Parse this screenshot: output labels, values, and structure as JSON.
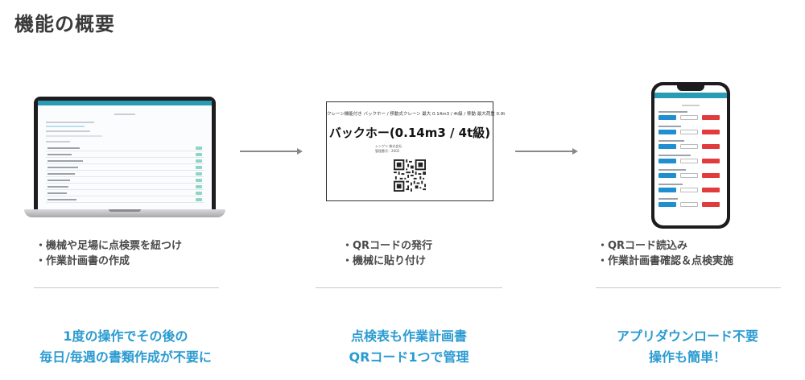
{
  "page": {
    "title": "機能の概要"
  },
  "column1": {
    "bullets": [
      "・機械や足場に点検票を紐つけ",
      "・作業計画書の作成"
    ],
    "highlight": [
      "1度の操作でその後の",
      "毎日/毎週の書類作成が不要に"
    ]
  },
  "column2": {
    "card": {
      "header": "クレーン機能付き バックホー / 移動式クレーン  最大 0.14m3 / 4t級 / 移動 最大荷重 0.9t",
      "main": "バックホー(0.14m3 / 4t級)",
      "sub1": "シンゲツ 株式会社",
      "sub2": "管理番号：2002"
    },
    "bullets": [
      "・QRコードの発行",
      "・機械に貼り付け"
    ],
    "highlight": [
      "点検表も作業計画書",
      "QRコード1つで管理"
    ]
  },
  "column3": {
    "bullets": [
      "・QRコード読込み",
      "・作業計画書確認＆点検実施"
    ],
    "highlight": [
      "アプリダウンロード不要",
      "操作も簡単！"
    ]
  },
  "colors": {
    "accent": "#2a9bd1",
    "title": "#3a3a3a",
    "app_header": "#2a9bb4"
  }
}
